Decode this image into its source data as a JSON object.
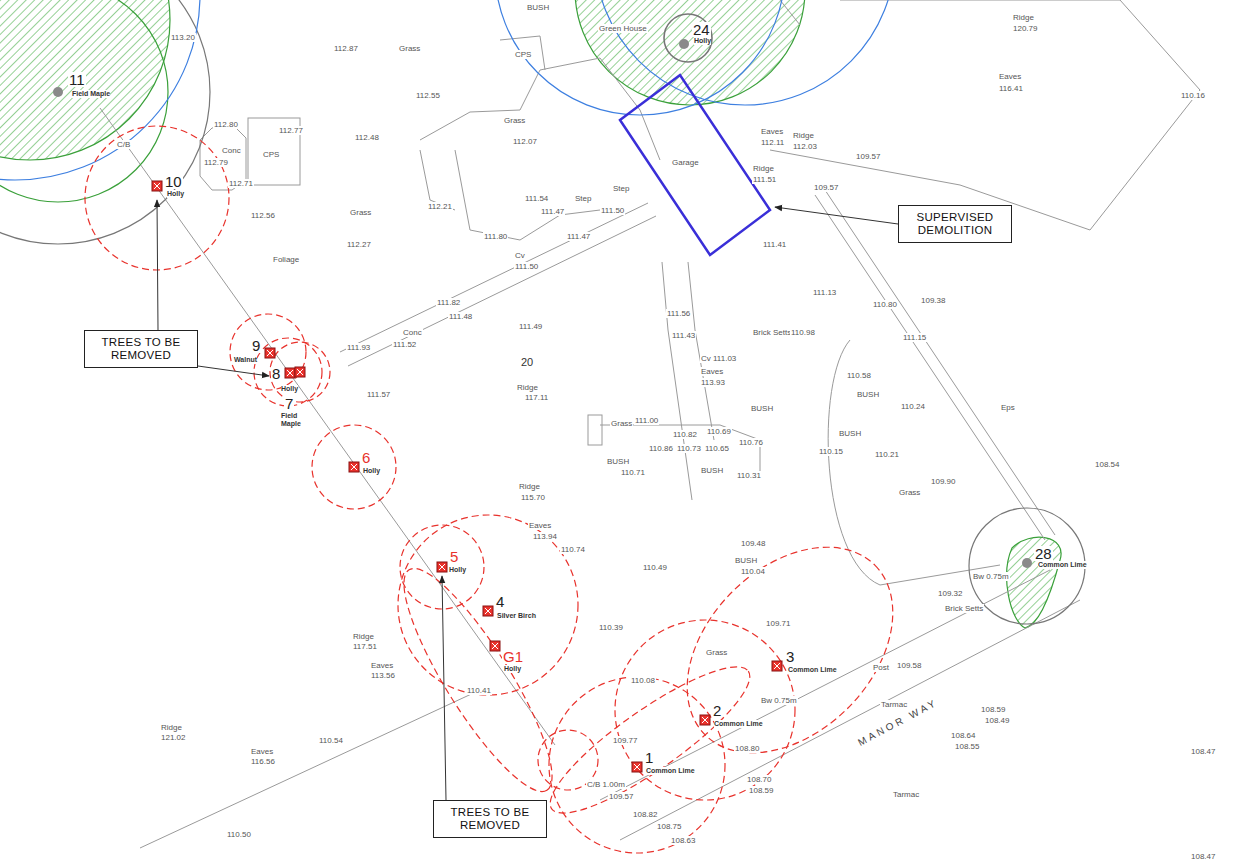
{
  "diagram": {
    "nodes": [
      {
        "text": [
          "11",
          "Field Maple"
        ]
      },
      {
        "text": [
          "24",
          "Holly"
        ]
      },
      {
        "text": [
          "Garage"
        ]
      },
      {
        "text": [
          "10",
          "Holly"
        ]
      },
      {
        "text": [
          "SUPERVISED DEMOLITION"
        ]
      },
      {
        "text": [
          "TREES TO BE REMOVED"
        ]
      },
      {
        "text": [
          "9",
          "Walnut"
        ]
      },
      {
        "text": [
          "8",
          "Holly"
        ]
      },
      {
        "text": [
          "7",
          "Field Maple"
        ]
      },
      {
        "text": [
          "6",
          "Holly"
        ]
      },
      {
        "text": [
          "5",
          "Holly"
        ]
      },
      {
        "text": [
          "28",
          "Common Lime"
        ]
      },
      {
        "text": [
          "4",
          "Silver Birch"
        ]
      },
      {
        "text": [
          "G1",
          "Holly"
        ]
      },
      {
        "text": [
          "3",
          "Common Lime"
        ]
      },
      {
        "text": [
          "2",
          "Common Lime"
        ]
      },
      {
        "text": [
          "1",
          "Common Lime"
        ]
      },
      {
        "text": [
          "TREES TO BE REMOVED"
        ]
      }
    ],
    "edges": [
      {
        "from": 5,
        "to": 3,
        "arrow": "to"
      },
      {
        "from": 5,
        "to": 7,
        "arrow": "to"
      },
      {
        "from": 17,
        "to": 10,
        "arrow": "to"
      },
      {
        "from": 4,
        "to": 2,
        "arrow": "to"
      }
    ],
    "labels": [
      "BUSH",
      "113.20",
      "112.87",
      "Grass",
      "112.55",
      "Green House",
      "CPS",
      "Grass",
      "112.07",
      "112.80",
      "Conc",
      "112.79",
      "112.71",
      "112.77",
      "CPS",
      "112.56",
      "112.48",
      "112.21",
      "Grass",
      "112.27",
      "Foliage",
      "111.54",
      "Step",
      "111.47",
      "111.50",
      "Step",
      "111.80",
      "111.47",
      "Cv",
      "111.50",
      "111.82",
      "111.48",
      "Conc",
      "111.52",
      "111.49",
      "111.93",
      "111.57",
      "20",
      "Ridge",
      "117.11",
      "111.56",
      "111.43",
      "Cv",
      "111.03",
      "Eaves",
      "113.93",
      "BUSH",
      "Brick Setts",
      "110.98",
      "Eaves",
      "112.11",
      "Ridge",
      "111.51",
      "Ridge",
      "112.03",
      "109.57",
      "109.57",
      "111.41",
      "111.13",
      "110.80",
      "109.38",
      "111.15",
      "110.58",
      "BUSH",
      "110.24",
      "BUSH",
      "110.15",
      "110.21",
      "109.90",
      "Grass",
      "Eps",
      "108.54",
      "Ridge",
      "120.79",
      "Eaves",
      "116.41",
      "110.16",
      "Grass",
      "111.00",
      "110.82",
      "110.69",
      "110.86",
      "110.73",
      "110.65",
      "110.76",
      "BUSH",
      "110.71",
      "BUSH",
      "110.31",
      "Ridge",
      "115.70",
      "Eaves",
      "113.94",
      "110.74",
      "110.49",
      "109.48",
      "BUSH",
      "110.04",
      "110.39",
      "110.08",
      "Grass",
      "109.71",
      "Ridge",
      "117.51",
      "Eaves",
      "113.56",
      "110.41",
      "110.54",
      "Ridge",
      "121.02",
      "Eaves",
      "116.56",
      "110.50",
      "109.77",
      "109.57",
      "108.82",
      "108.75",
      "108.63",
      "108.80",
      "108.70",
      "108.59",
      "Tarmac",
      "MANOR WAY",
      "Tarmac",
      "108.59",
      "108.49",
      "108.64",
      "108.55",
      "108.47",
      "108.47",
      "Post",
      "109.58",
      "109.32",
      "Brick Setts",
      "Bw 0.75m",
      "Bw 0.75m",
      "C/B 1.00m",
      "C/B"
    ]
  }
}
